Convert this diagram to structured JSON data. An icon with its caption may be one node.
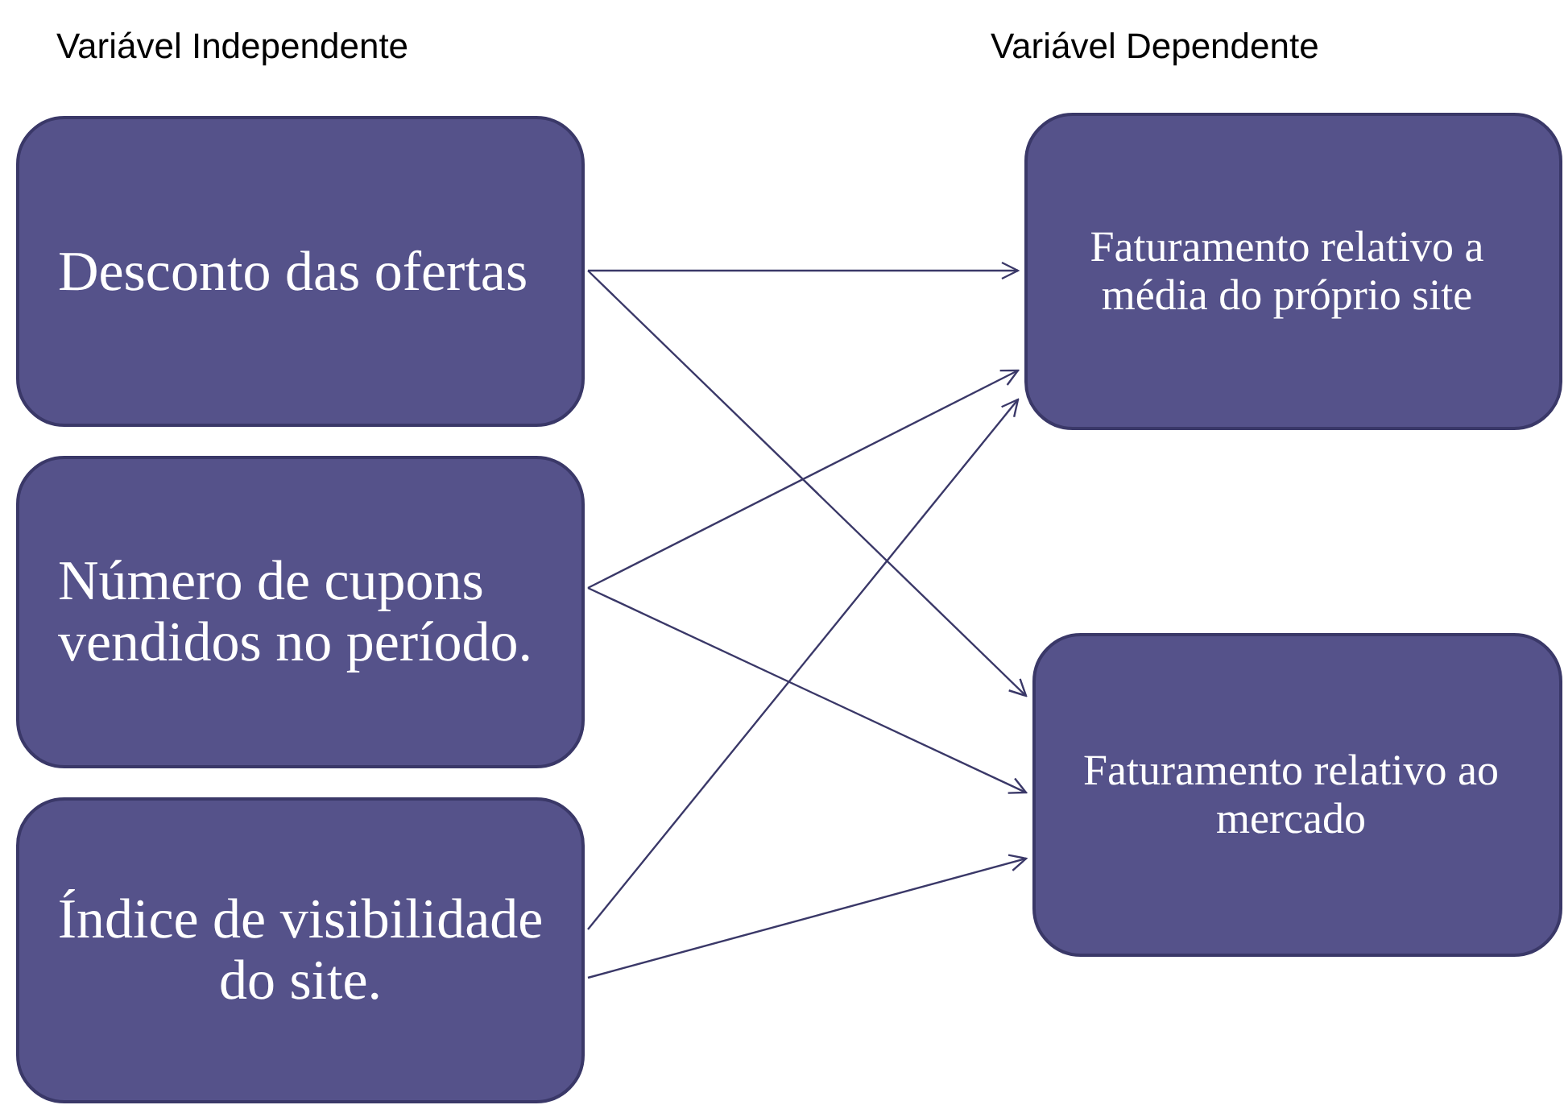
{
  "diagram": {
    "nodes": [
      {
        "text": [
          "Desconto das ofertas"
        ]
      },
      {
        "text": [
          "Número de cupons vendidos no período."
        ]
      },
      {
        "text": [
          "Índice de visibilidade do site."
        ]
      },
      {
        "text": [
          "Faturamento relativo a média do próprio site"
        ]
      },
      {
        "text": [
          "Faturamento relativo ao mercado"
        ]
      }
    ],
    "edges": [
      {
        "from": 0,
        "to": 3,
        "arrow": "to"
      },
      {
        "from": 0,
        "to": 4,
        "arrow": "to"
      },
      {
        "from": 1,
        "to": 3,
        "arrow": "to"
      },
      {
        "from": 1,
        "to": 4,
        "arrow": "to"
      },
      {
        "from": 2,
        "to": 3,
        "arrow": "to"
      },
      {
        "from": 2,
        "to": 4,
        "arrow": "to"
      }
    ],
    "labels": [
      "Variável Independente",
      "Variável Dependente"
    ]
  }
}
